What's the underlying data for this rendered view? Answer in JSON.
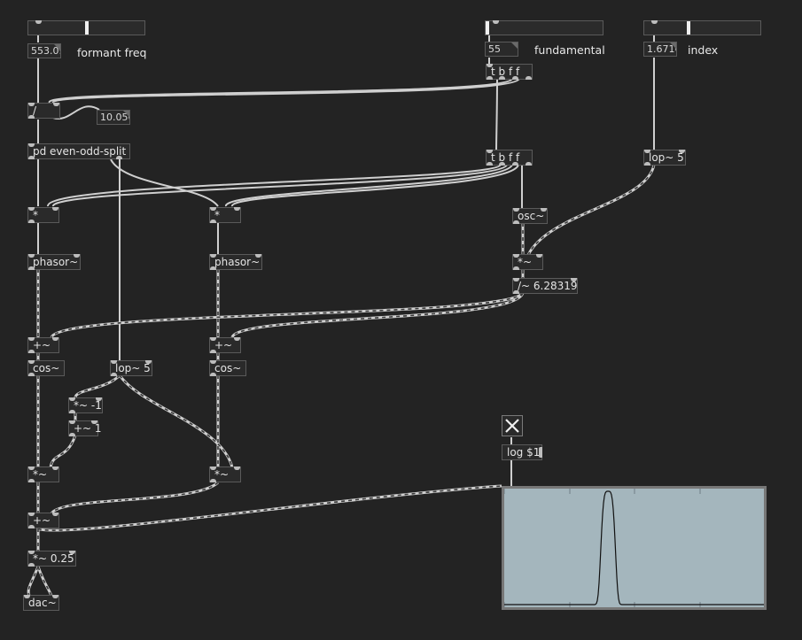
{
  "labels": {
    "formant": "formant freq",
    "fundamental": "fundamental",
    "index": "index"
  },
  "numbers": {
    "formant": "553.09",
    "fundamental": "55",
    "index": "1.6716",
    "ratio": "10.056"
  },
  "sliders": {
    "formant_level": 0.5,
    "fundamental_level": 0.0,
    "index_level": 0.38
  },
  "objects": {
    "tbff1": "t b f f",
    "tbff2": "t b f f",
    "div": "/",
    "split": "pd even-odd-split",
    "mul_left": "*",
    "mul_mid": "*",
    "osc": "osc~",
    "lop_index": "lop~ 5",
    "phasor_left": "phasor~",
    "phasor_mid": "phasor~",
    "mul_sig": "*~",
    "div_2pi": "/~ 6.28319",
    "add_left": "+~",
    "add_mid": "+~",
    "cos_left": "cos~",
    "lop_split": "lop~ 5",
    "cos_mid": "cos~",
    "mul_neg1": "*~ -1",
    "add_1": "+~ 1",
    "mul_left2": "*~",
    "mul_mid2": "*~",
    "sum": "+~",
    "gain": "*~ 0.25",
    "dac": "dac~",
    "log": "log $1"
  },
  "graph": {
    "peak_position": 0.4
  },
  "colors": {
    "background": "#232323",
    "graph_bg": "#a4b6bd",
    "wire": "#d0d0d0"
  }
}
